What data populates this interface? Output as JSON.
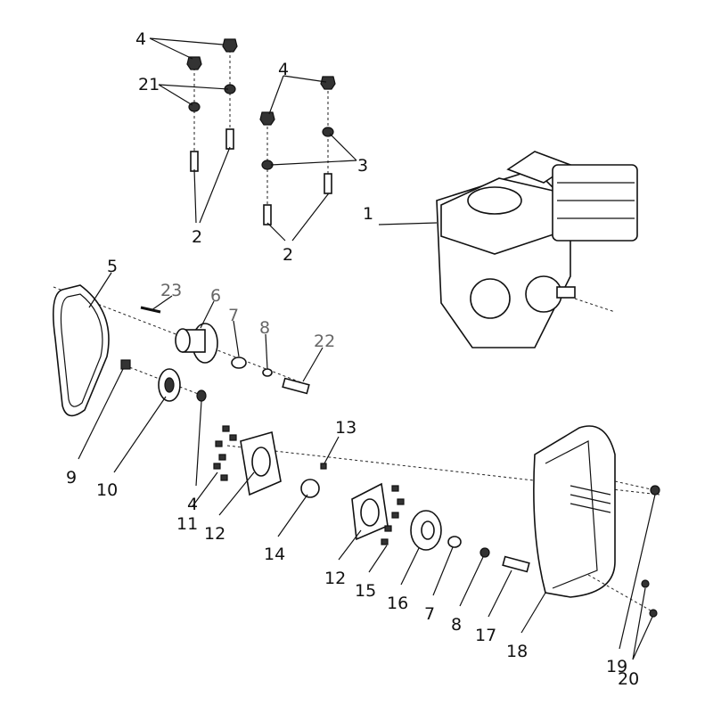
{
  "diagram": {
    "type": "exploded-parts-diagram",
    "callouts": [
      {
        "id": "c1",
        "text": "4"
      },
      {
        "id": "c2",
        "text": "21"
      },
      {
        "id": "c3",
        "text": "2"
      },
      {
        "id": "c4",
        "text": "4"
      },
      {
        "id": "c5",
        "text": "3"
      },
      {
        "id": "c6",
        "text": "2"
      },
      {
        "id": "c7",
        "text": "1"
      },
      {
        "id": "c8",
        "text": "5"
      },
      {
        "id": "c9",
        "text": "23"
      },
      {
        "id": "c10",
        "text": "6"
      },
      {
        "id": "c11",
        "text": "7"
      },
      {
        "id": "c12",
        "text": "8"
      },
      {
        "id": "c13",
        "text": "22"
      },
      {
        "id": "c14",
        "text": "9"
      },
      {
        "id": "c15",
        "text": "10"
      },
      {
        "id": "c16",
        "text": "4"
      },
      {
        "id": "c17",
        "text": "13"
      },
      {
        "id": "c18",
        "text": "11"
      },
      {
        "id": "c19",
        "text": "12"
      },
      {
        "id": "c20",
        "text": "14"
      },
      {
        "id": "c21",
        "text": "12"
      },
      {
        "id": "c22",
        "text": "15"
      },
      {
        "id": "c23",
        "text": "16"
      },
      {
        "id": "c24",
        "text": "7"
      },
      {
        "id": "c25",
        "text": "8"
      },
      {
        "id": "c26",
        "text": "17"
      },
      {
        "id": "c27",
        "text": "18"
      },
      {
        "id": "c28",
        "text": "19"
      },
      {
        "id": "c29",
        "text": "20"
      }
    ]
  }
}
